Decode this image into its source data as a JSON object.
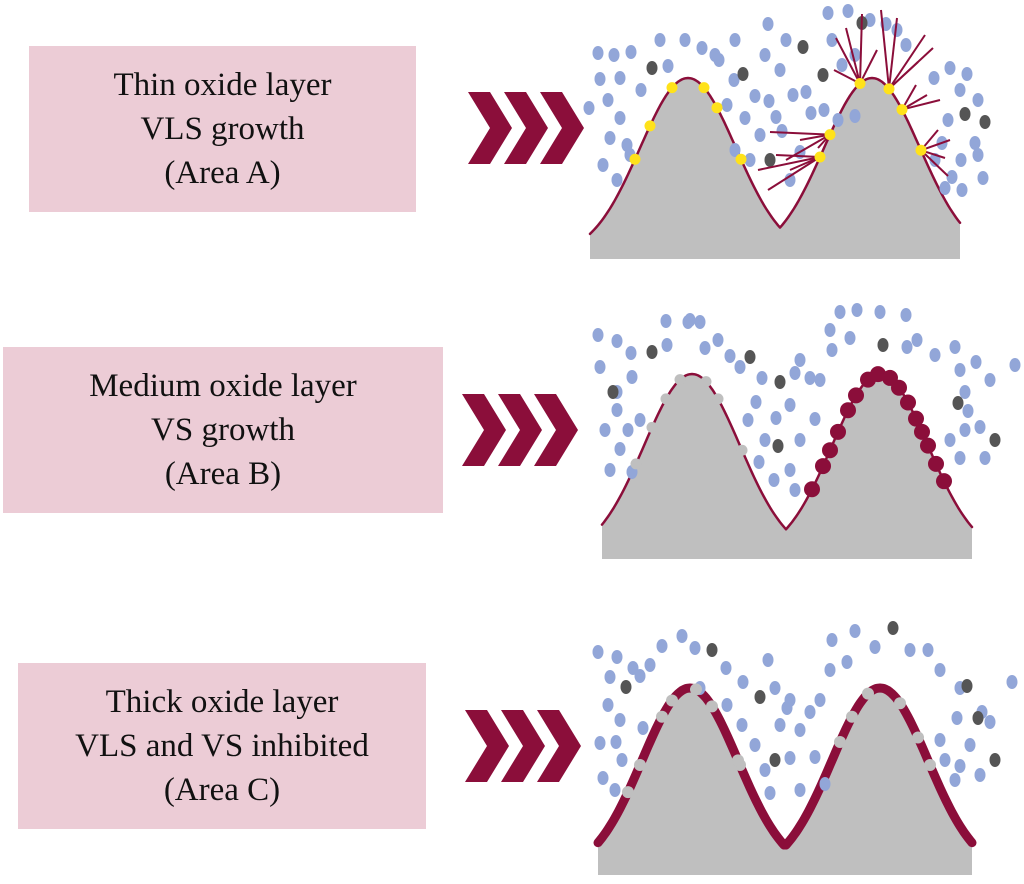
{
  "colors": {
    "label_bg": "#ecccd6",
    "arrow": "#8b0e3a",
    "substrate": "#bfbfbf",
    "outline": "#8b0e3a",
    "vapor_blue": "#92a6d8",
    "vapor_dark": "#555555",
    "catalyst": "#ffe21a",
    "oxide_bump": "#bfbfbf",
    "vs_deposit": "#8b0e3a"
  },
  "panels": [
    {
      "id": "area-a",
      "lines": [
        "Thin oxide layer",
        "VLS growth",
        "(Area A)"
      ],
      "arrow_icon": "triple-chevron-right-icon",
      "surface": "thin-oxide",
      "growth": "vls"
    },
    {
      "id": "area-b",
      "lines": [
        "Medium oxide layer",
        "VS growth",
        "(Area B)"
      ],
      "arrow_icon": "triple-chevron-right-icon",
      "surface": "medium-oxide",
      "growth": "vs"
    },
    {
      "id": "area-c",
      "lines": [
        "Thick oxide layer",
        "VLS and VS inhibited",
        "(Area C)"
      ],
      "arrow_icon": "triple-chevron-right-icon",
      "surface": "thick-oxide",
      "growth": "inhibited"
    }
  ]
}
